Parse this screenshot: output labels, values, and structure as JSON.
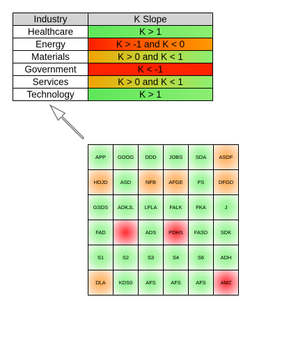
{
  "table": {
    "headers": [
      "Industry",
      "K Slope"
    ],
    "rows": [
      {
        "industry": "Healthcare",
        "slope": "K > 1",
        "category": "gt1"
      },
      {
        "industry": "Energy",
        "slope": "K > -1 and K < 0",
        "category": "neg1to0"
      },
      {
        "industry": "Materials",
        "slope": "K > 0 and K < 1",
        "category": "0to1"
      },
      {
        "industry": "Government",
        "slope": "K < -1",
        "category": "ltneg1"
      },
      {
        "industry": "Services",
        "slope": "K > 0 and K < 1",
        "category": "0to1"
      },
      {
        "industry": "Technology",
        "slope": "K > 1",
        "category": "gt1"
      }
    ]
  },
  "heatmap": {
    "cells": [
      [
        {
          "label": "APP",
          "color": "green"
        },
        {
          "label": "GOOG",
          "color": "green"
        },
        {
          "label": "DDD",
          "color": "green"
        },
        {
          "label": "JOBS",
          "color": "green"
        },
        {
          "label": "SDA",
          "color": "green"
        },
        {
          "label": "ASDF",
          "color": "orange"
        }
      ],
      [
        {
          "label": "HDJD",
          "color": "orange"
        },
        {
          "label": "ASD",
          "color": "green"
        },
        {
          "label": "NFB",
          "color": "orange"
        },
        {
          "label": "AFGE",
          "color": "orange"
        },
        {
          "label": "FS",
          "color": "green"
        },
        {
          "label": "DFGD",
          "color": "orange"
        }
      ],
      [
        {
          "label": "GSDS",
          "color": "green"
        },
        {
          "label": "ADKJL",
          "color": "green"
        },
        {
          "label": "LFLA",
          "color": "green"
        },
        {
          "label": "FALK",
          "color": "green"
        },
        {
          "label": "FKA",
          "color": "green"
        },
        {
          "label": "J",
          "color": "green"
        }
      ],
      [
        {
          "label": "FAD",
          "color": "green"
        },
        {
          "label": "",
          "color": "red"
        },
        {
          "label": "ADS",
          "color": "green"
        },
        {
          "label": "PDHS",
          "color": "red"
        },
        {
          "label": "FASD",
          "color": "green"
        },
        {
          "label": "SDK",
          "color": "green"
        }
      ],
      [
        {
          "label": "S1",
          "color": "green"
        },
        {
          "label": "S2",
          "color": "green"
        },
        {
          "label": "S3",
          "color": "green"
        },
        {
          "label": "S4",
          "color": "green"
        },
        {
          "label": "S6",
          "color": "green"
        },
        {
          "label": "ADH",
          "color": "green"
        }
      ],
      [
        {
          "label": "DLA",
          "color": "orange"
        },
        {
          "label": "KDS0",
          "color": "green"
        },
        {
          "label": "AFS",
          "color": "green"
        },
        {
          "label": "AFS",
          "color": "green"
        },
        {
          "label": "AFS",
          "color": "green"
        },
        {
          "label": "AMZ",
          "color": "red"
        }
      ]
    ]
  },
  "colors": {
    "green": "#8ef58e",
    "orange": "#ffad55",
    "red": "#ff2a2a",
    "header_bg": "#d3d3d3"
  }
}
